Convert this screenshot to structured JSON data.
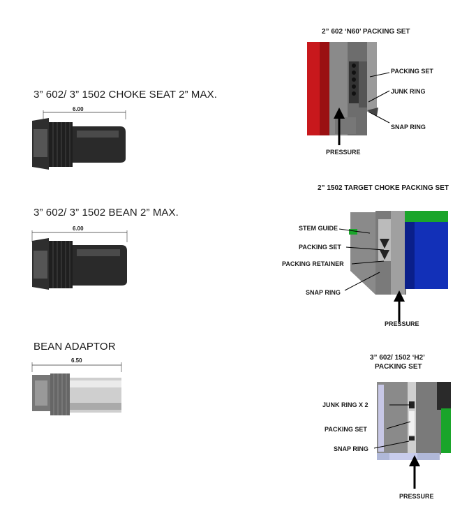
{
  "parts": [
    {
      "title": "3” 602/ 3” 1502 CHOKE SEAT 2” MAX.",
      "dimension": "6.00"
    },
    {
      "title": "3” 602/ 3” 1502 BEAN 2” MAX.",
      "dimension": "6.00"
    },
    {
      "title": "BEAN ADAPTOR",
      "dimension": "6.50"
    }
  ],
  "packing_sets": [
    {
      "title": "2” 602 ‘N60’ PACKING SET",
      "labels": [
        "PACKING SET",
        "JUNK RING",
        "SNAP RING"
      ],
      "pressure": "PRESSURE"
    },
    {
      "title": "2” 1502 TARGET CHOKE PACKING SET",
      "labels": [
        "STEM GUIDE",
        "PACKING SET",
        "PACKING RETAINER",
        "SNAP RING"
      ],
      "pressure": "PRESSURE"
    },
    {
      "title_line1": "3” 602/ 1502 ‘H2’",
      "title_line2": "PACKING SET",
      "labels": [
        "JUNK RING X 2",
        "PACKING SET",
        "SNAP RING"
      ],
      "pressure": "PRESSURE"
    }
  ],
  "colors": {
    "red": "#c8181c",
    "blue": "#1230b8",
    "green": "#1aa52a",
    "steel": "#8c8c8c",
    "dark_part": "#2a2a2a"
  }
}
